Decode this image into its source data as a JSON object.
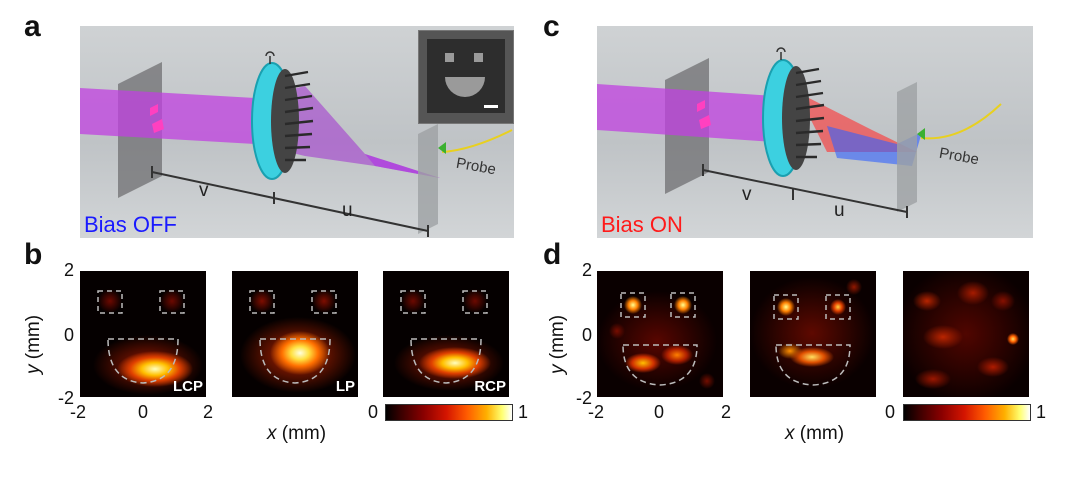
{
  "panels": {
    "a": {
      "letter": "a",
      "bias_text": "Bias OFF",
      "bias_color": "#1a1aff",
      "probe": "Probe",
      "dist_v": "v",
      "dist_u": "u"
    },
    "b": {
      "letter": "b",
      "labels": [
        "LCP",
        "LP",
        "RCP"
      ]
    },
    "c": {
      "letter": "c",
      "bias_text": "Bias ON",
      "bias_color": "#ff1a1a",
      "probe": "Probe",
      "dist_v": "v",
      "dist_u": "u"
    },
    "d": {
      "letter": "d"
    }
  },
  "axes_b": {
    "ylabel_var": "y",
    "ylabel_unit": " (mm)",
    "xlabel_var": "x",
    "xlabel_unit": " (mm)",
    "yticks": [
      "2",
      "0",
      "-2"
    ],
    "xticks": [
      "-2",
      "0",
      "2"
    ]
  },
  "axes_d": {
    "ylabel_var": "y",
    "ylabel_unit": " (mm)",
    "xlabel_var": "x",
    "xlabel_unit": " (mm)",
    "yticks": [
      "2",
      "0",
      "-2"
    ],
    "xticks": [
      "-2",
      "0",
      "2"
    ]
  },
  "colorbar": {
    "min_label": "0",
    "max_label": "1",
    "colormap": "hot"
  },
  "colors": {
    "beam_off": "#c040e0",
    "beam_red": "#ff3030",
    "beam_blue": "#3060ff",
    "ring": "#30d0e0",
    "probe_wire": "#e8d020"
  }
}
